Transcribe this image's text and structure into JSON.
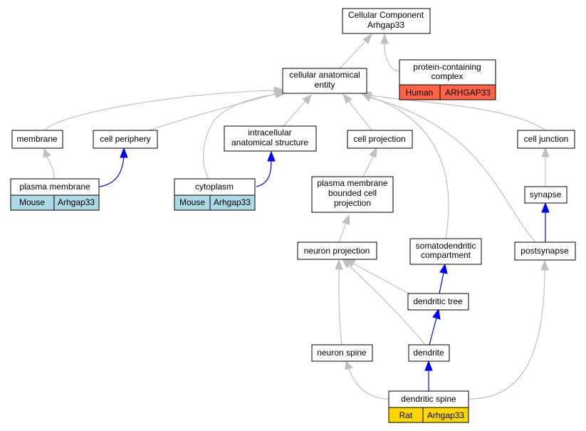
{
  "colors": {
    "mouse": "#add8e6",
    "rat": "#ffd700",
    "human": "#ff6347",
    "edge_is_a": "#c0c0c0",
    "edge_part_of": "#0000ff"
  },
  "nodes": {
    "root": [
      "Cellular Component",
      "Arhgap33"
    ],
    "protein_complex": [
      "protein-containing",
      "complex"
    ],
    "cae": [
      "cellular anatomical",
      "entity"
    ],
    "membrane": [
      "membrane"
    ],
    "cell_periphery": [
      "cell periphery"
    ],
    "intracellular": [
      "intracellular",
      "anatomical structure"
    ],
    "cell_projection": [
      "cell projection"
    ],
    "cell_junction": [
      "cell junction"
    ],
    "plasma_membrane": [
      "plasma membrane"
    ],
    "cytoplasm": [
      "cytoplasm"
    ],
    "pmbcp": [
      "plasma membrane",
      "bounded cell",
      "projection"
    ],
    "synapse": [
      "synapse"
    ],
    "neuron_projection": [
      "neuron projection"
    ],
    "somatodendritic": [
      "somatodendritic",
      "compartment"
    ],
    "postsynapse": [
      "postsynapse"
    ],
    "dendritic_tree": [
      "dendritic tree"
    ],
    "neuron_spine": [
      "neuron spine"
    ],
    "dendrite": [
      "dendrite"
    ],
    "dendritic_spine": [
      "dendritic spine"
    ]
  },
  "annotations": {
    "protein_complex": [
      "Human",
      "ARHGAP33"
    ],
    "plasma_membrane": [
      "Mouse",
      "Arhgap33"
    ],
    "cytoplasm": [
      "Mouse",
      "Arhgap33"
    ],
    "dendritic_spine": [
      "Rat",
      "Arhgap33"
    ]
  }
}
